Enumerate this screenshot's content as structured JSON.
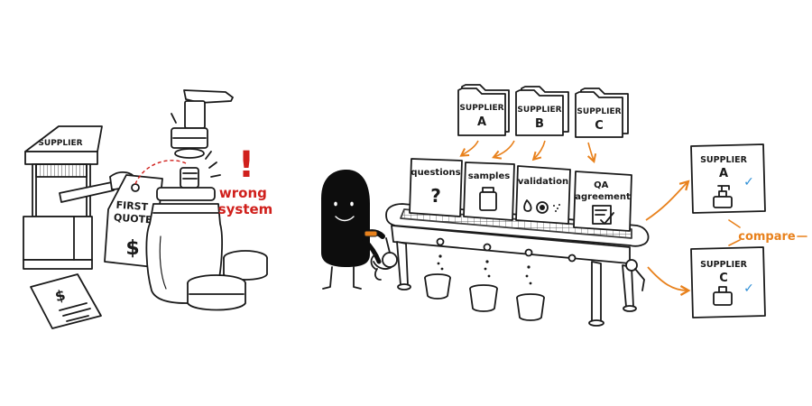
{
  "left_scene": {
    "booth_label": "SUPPLIER",
    "tag_label": "FIRST QUOTE",
    "tag_symbol": "$",
    "paper_symbol": "$",
    "warning_symbol": "!",
    "warning_text": "wrong system",
    "warning_color": "#d0201c"
  },
  "folders": [
    {
      "title": "SUPPLIER",
      "letter": "A"
    },
    {
      "title": "SUPPLIER",
      "letter": "B"
    },
    {
      "title": "SUPPLIER",
      "letter": "C"
    }
  ],
  "cards": [
    {
      "label": "questions",
      "icon": "question-mark-icon",
      "symbol": "?"
    },
    {
      "label": "samples",
      "icon": "sample-jar-icon"
    },
    {
      "label": "validation",
      "icon": "drop-ring-icon"
    },
    {
      "label": "QA agreement",
      "icon": "checklist-icon"
    }
  ],
  "results": [
    {
      "title": "SUPPLIER",
      "letter": "A",
      "icon": "pump-bottle-icon",
      "check": "✓"
    },
    {
      "title": "SUPPLIER",
      "letter": "C",
      "icon": "bottle-icon",
      "check": "✓"
    }
  ],
  "compare_label": "compare",
  "colors": {
    "ink": "#1a1a1a",
    "accent_orange": "#e8811c",
    "check_blue": "#2f8fd6",
    "character": "#0d0d0d"
  }
}
